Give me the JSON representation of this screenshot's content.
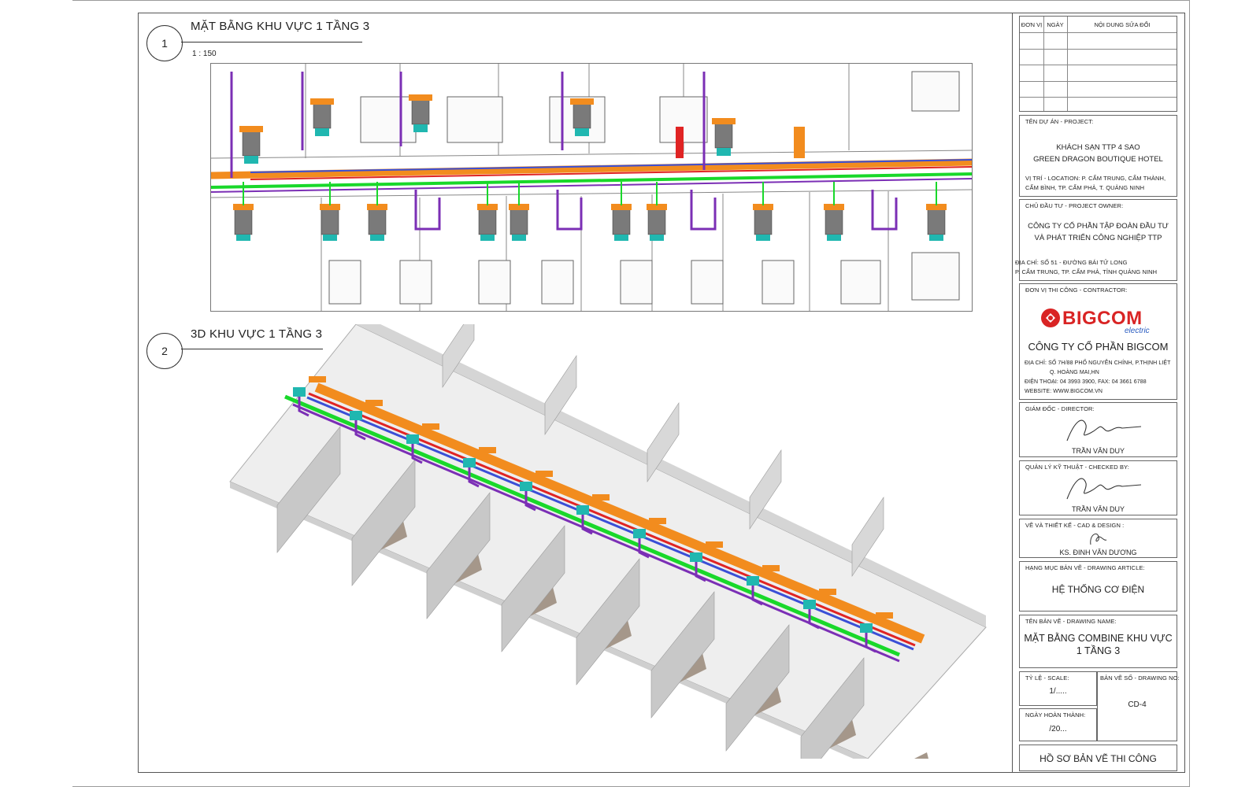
{
  "views": [
    {
      "number": "1",
      "title": "MẶT BẰNG KHU VỰC 1 TẦNG 3",
      "scale": "1 : 150"
    },
    {
      "number": "2",
      "title": "3D KHU VỰC 1 TẦNG 3"
    }
  ],
  "title_block": {
    "revision_headers": {
      "unit": "ĐƠN VỊ",
      "date": "NGÀY",
      "content": "NỘI DUNG SỬA ĐỔI"
    },
    "project": {
      "label": "TÊN DỰ ÁN - PROJECT:",
      "name_1": "KHÁCH SẠN TTP 4 SAO",
      "name_2": "GREEN DRAGON BOUTIQUE HOTEL",
      "location_1": "VỊ TRÍ - LOCATION: P. CẨM TRUNG, CẨM THÀNH,",
      "location_2": "CẨM BÌNH, TP. CẨM PHẢ, T. QUẢNG NINH"
    },
    "owner": {
      "label": "CHỦ ĐẦU TƯ - PROJECT OWNER:",
      "name_1": "CÔNG TY CỔ PHẦN TẬP ĐOÀN ĐẦU TƯ",
      "name_2": "VÀ PHÁT TRIỂN CÔNG NGHIỆP TTP",
      "address_1": "ĐỊA CHỈ: SỐ 51 - ĐƯỜNG BÁI TỬ LONG",
      "address_2": "P. CẨM TRUNG, TP. CẨM PHẢ, TỈNH QUẢNG NINH"
    },
    "contractor": {
      "label": "ĐƠN VỊ THI CÔNG - CONTRACTOR:",
      "logo_text": "BIGCOM",
      "logo_sub": "electric",
      "company": "CÔNG TY CỔ PHẦN BIGCOM",
      "address_1": "ĐỊA CHỈ: SỐ 7H/88 PHỐ NGUYỄN CHÍNH, P.THỊNH LIỆT",
      "address_2": "Q. HOÀNG MAI,HN",
      "phone": "ĐIỆN THOẠI: 04 3993 3900, FAX: 04 3661 6788",
      "website": "WEBSITE: WWW.BIGCOM.VN"
    },
    "director": {
      "label": "GIÁM ĐỐC - DIRECTOR:",
      "name": "TRẦN VĂN DUY"
    },
    "checker": {
      "label": "QUẢN LÝ KỸ THUẬT - CHECKED BY:",
      "name": "TRẦN VĂN DUY"
    },
    "designer": {
      "label": "VẼ VÀ THIẾT KẾ - CAD & DESIGN :",
      "name": "KS. ĐINH VĂN DƯƠNG"
    },
    "article": {
      "label": "HẠNG MỤC BẢN VẼ - DRAWING ARTICLE:",
      "value": "HỆ THỐNG CƠ ĐIỆN"
    },
    "drawing_name": {
      "label": "TÊN BẢN VẼ - DRAWING NAME:",
      "line_1": "MẶT BẰNG COMBINE KHU VỰC",
      "line_2": "1 TẦNG 3"
    },
    "scale": {
      "label": "TỶ LỆ - SCALE:",
      "value": "1/....."
    },
    "drawing_no": {
      "label": "BẢN VẼ SỐ - DRAWING NO:",
      "value": "CD-4"
    },
    "completion": {
      "label": "NGÀY HOÀN THÀNH:",
      "value": "/20..."
    },
    "footer": "HỒ SƠ BẢN VẼ THI CÔNG"
  },
  "colors": {
    "duct_orange": "#f28c1e",
    "pipe_green": "#19d82a",
    "pipe_purple": "#7b2fb5",
    "pipe_blue": "#3a4fd6",
    "pipe_red": "#e02424",
    "unit_teal": "#20b7b0",
    "wall_grey": "#c8c8c8",
    "floor_grey": "#eeeeee",
    "bed_brown": "#a5978a",
    "logo_red": "#d92424",
    "logo_blue": "#2a5cc0"
  }
}
